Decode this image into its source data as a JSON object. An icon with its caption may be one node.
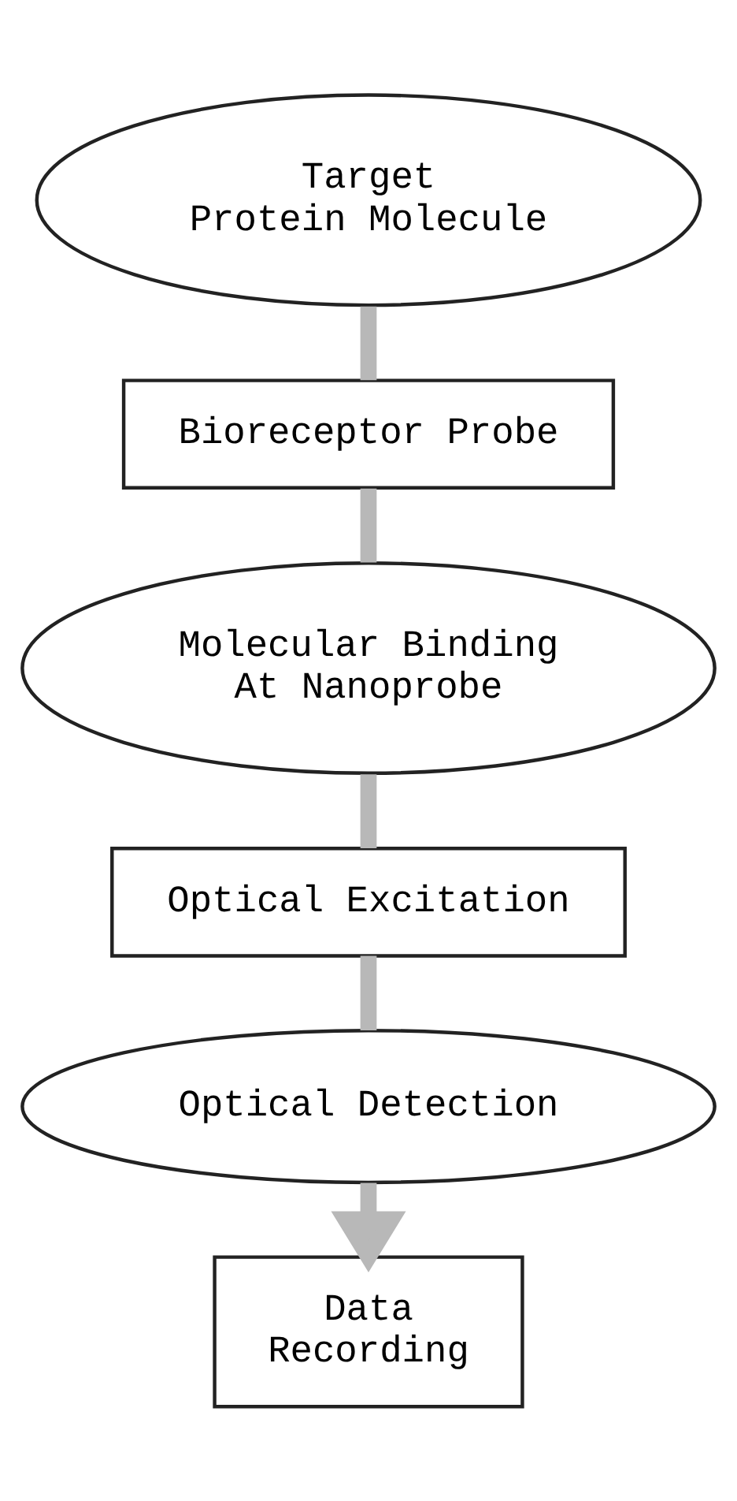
{
  "diagram": {
    "nodes": [
      {
        "text": [
          "Target Protein Molecule"
        ]
      },
      {
        "text": [
          "Bioreceptor Probe"
        ]
      },
      {
        "text": [
          "Molecular Binding At Nanoprobe"
        ]
      },
      {
        "text": [
          "Optical Excitation"
        ]
      },
      {
        "text": [
          "Optical Detection"
        ]
      },
      {
        "text": [
          "Data Recording"
        ]
      }
    ],
    "edges": [
      {
        "from": 0,
        "to": 1,
        "arrow": "none"
      },
      {
        "from": 1,
        "to": 2,
        "arrow": "none"
      },
      {
        "from": 2,
        "to": 3,
        "arrow": "none"
      },
      {
        "from": 3,
        "to": 4,
        "arrow": "none"
      },
      {
        "from": 4,
        "to": 5,
        "arrow": "to"
      }
    ]
  }
}
